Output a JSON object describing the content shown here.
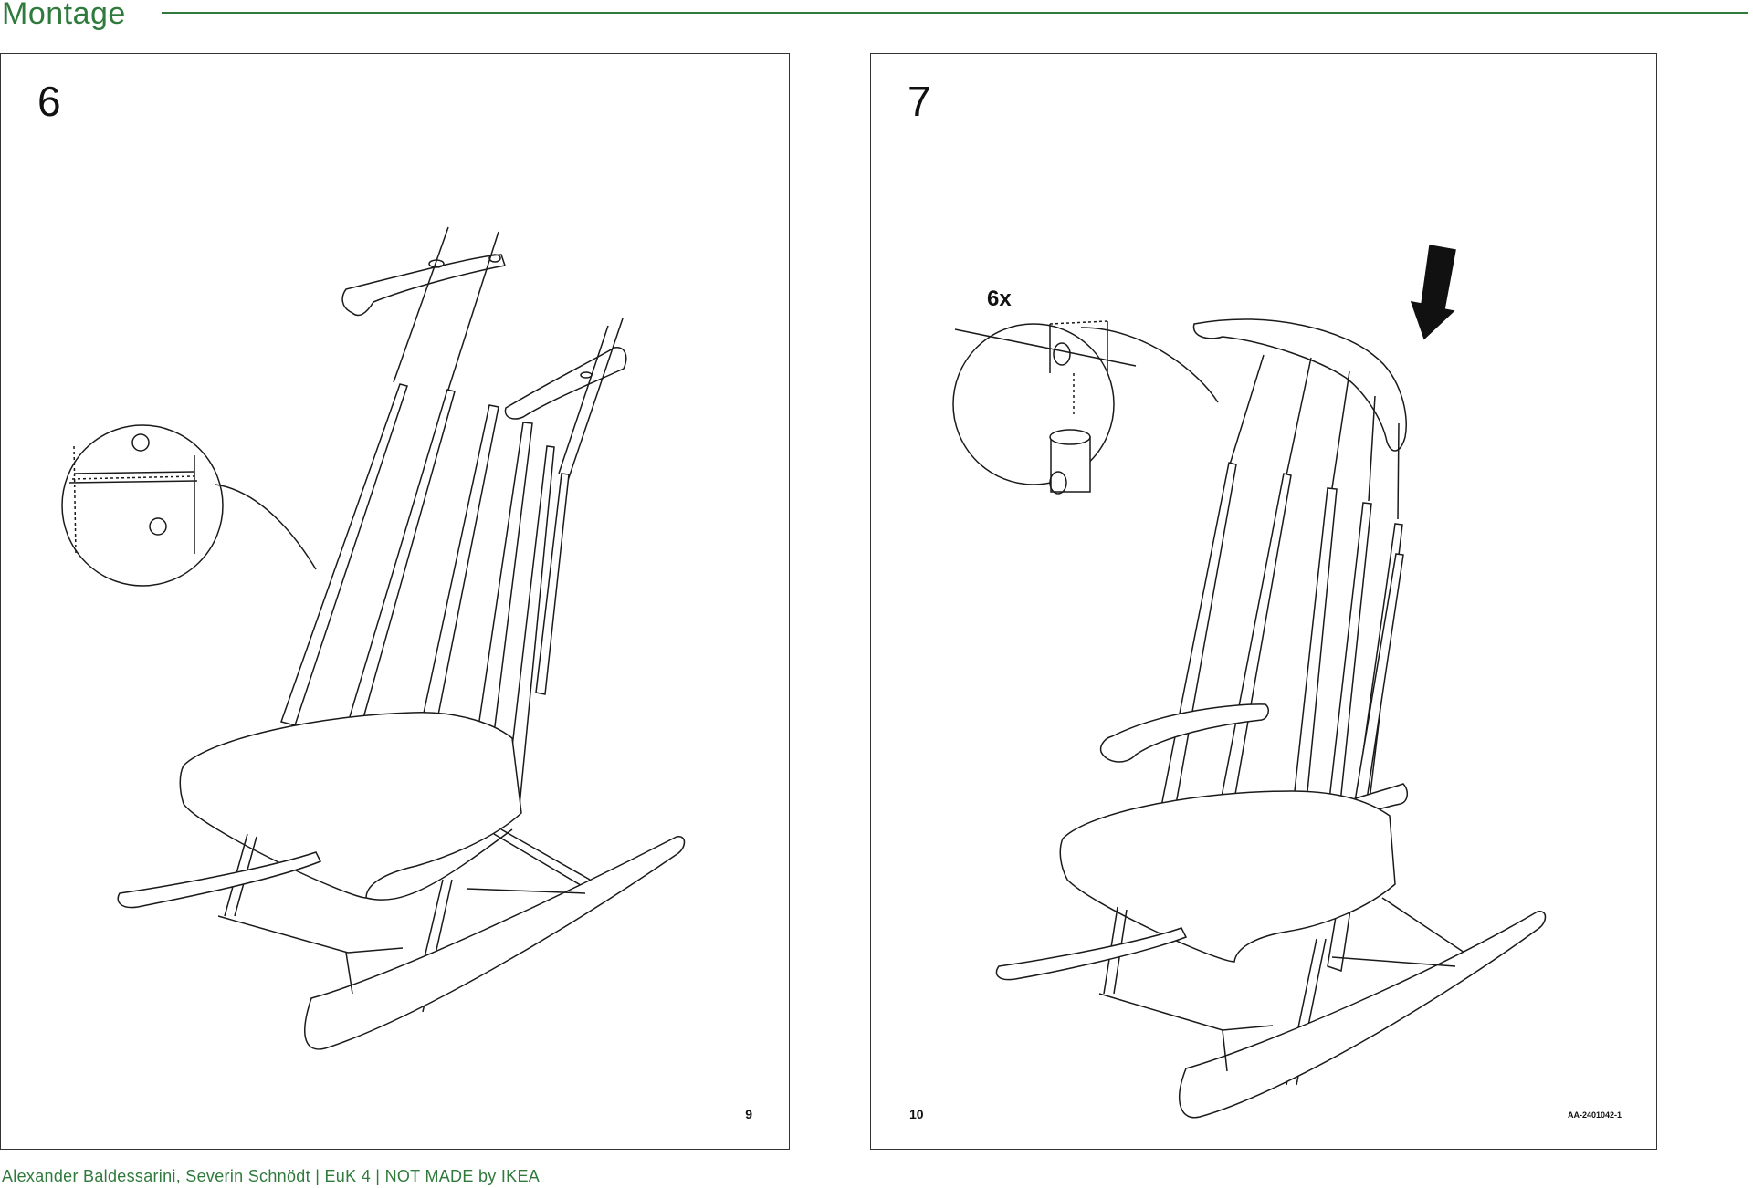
{
  "header": {
    "title": "Montage"
  },
  "colors": {
    "accent": "#2f7a3c",
    "line": "#1a1a1a"
  },
  "pages": [
    {
      "step": "6",
      "page_number": "9"
    },
    {
      "step": "7",
      "page_number": "10",
      "quantity_label": "6x",
      "doc_code": "AA-2401042-1"
    }
  ],
  "footer": {
    "text": "Alexander Baldessarini, Severin Schnödt | EuK 4 | NOT MADE by IKEA"
  }
}
